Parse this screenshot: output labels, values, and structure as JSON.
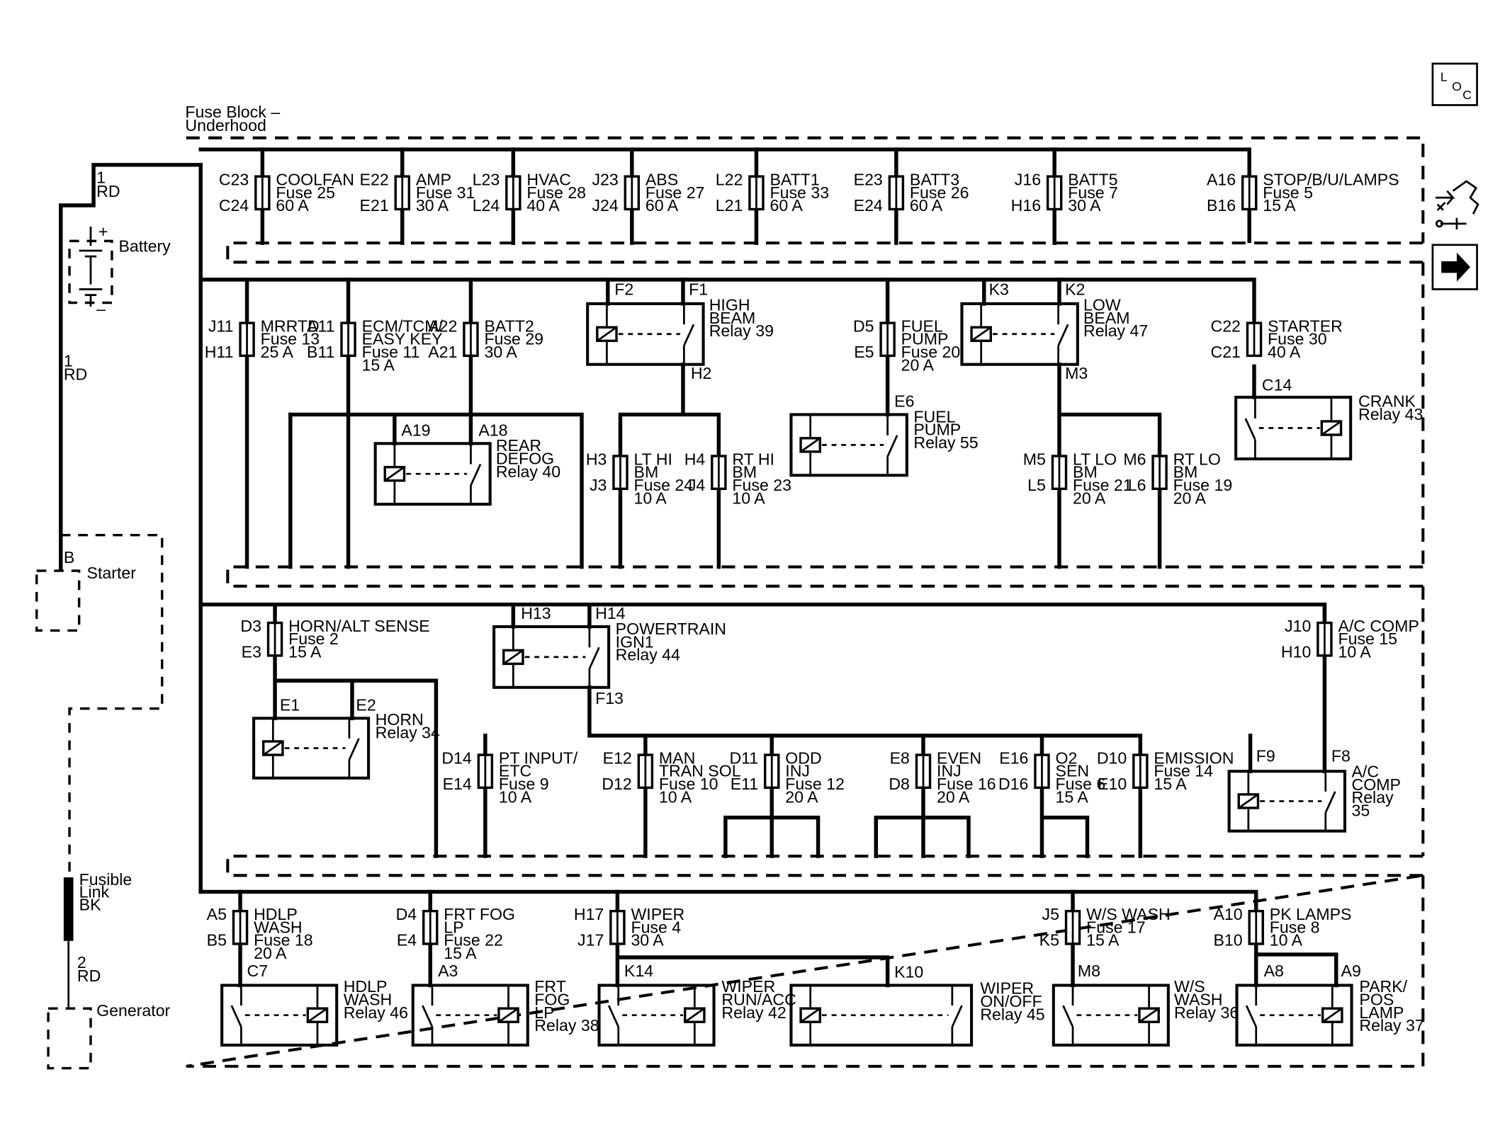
{
  "block": {
    "title1": "Fuse Block –",
    "title2": "Underhood"
  },
  "external": {
    "battery": "Battery",
    "battery_plus": "+",
    "battery_minus": "–",
    "starter": "Starter",
    "starter_pin": "B",
    "generator": "Generator",
    "fusible1": "Fusible",
    "fusible2": "Link",
    "fusible3": "BK",
    "wire1_num": "1",
    "wire1_color": "RD",
    "wire2_num": "1",
    "wire2_color": "RD",
    "wire3_num": "2",
    "wire3_color": "RD"
  },
  "icons": {
    "loc_l": "L",
    "loc_o": "O",
    "loc_c": "C",
    "arrow": "next-page-arrow"
  },
  "fuses": [
    {
      "id": "coolfan",
      "t": "C23",
      "b": "C24",
      "l1": "COOLFAN",
      "l2": "Fuse 25",
      "l3": "60 A"
    },
    {
      "id": "amp",
      "t": "E22",
      "b": "E21",
      "l1": "AMP",
      "l2": "Fuse 31",
      "l3": "30 A"
    },
    {
      "id": "hvac",
      "t": "L23",
      "b": "L24",
      "l1": "HVAC",
      "l2": "Fuse 28",
      "l3": "40 A"
    },
    {
      "id": "abs",
      "t": "J23",
      "b": "J24",
      "l1": "ABS",
      "l2": "Fuse 27",
      "l3": "60 A"
    },
    {
      "id": "batt1",
      "t": "L22",
      "b": "L21",
      "l1": "BATT1",
      "l2": "Fuse 33",
      "l3": "60 A"
    },
    {
      "id": "batt3",
      "t": "E23",
      "b": "E24",
      "l1": "BATT3",
      "l2": "Fuse 26",
      "l3": "60 A"
    },
    {
      "id": "batt5",
      "t": "J16",
      "b": "H16",
      "l1": "BATT5",
      "l2": "Fuse 7",
      "l3": "30 A"
    },
    {
      "id": "stop",
      "t": "A16",
      "b": "B16",
      "l1": "STOP/B/U/LAMPS",
      "l2": "Fuse 5",
      "l3": "15 A"
    },
    {
      "id": "mrrtd",
      "t": "J11",
      "b": "H11",
      "l1": "MRRTD",
      "l2": "Fuse 13",
      "l3": "25 A"
    },
    {
      "id": "ecm",
      "t": "A11",
      "b": "B11",
      "l1": "ECM/TCM/",
      "l2": "EASY KEY",
      "l3": "Fuse 11",
      "l4": "15 A"
    },
    {
      "id": "batt2",
      "t": "A22",
      "b": "A21",
      "l1": "BATT2",
      "l2": "Fuse 29",
      "l3": "30 A"
    },
    {
      "id": "fuelpump",
      "t": "D5",
      "b": "E5",
      "l1": "FUEL",
      "l2": "PUMP",
      "l3": "Fuse 20",
      "l4": "20 A"
    },
    {
      "id": "starter",
      "t": "C22",
      "b": "C21",
      "l1": "STARTER",
      "l2": "Fuse 30",
      "l3": "40 A"
    },
    {
      "id": "lthibm",
      "t": "H3",
      "b": "J3",
      "l1": "LT HI",
      "l2": "BM",
      "l3": "Fuse 24",
      "l4": "10 A"
    },
    {
      "id": "rthibm",
      "t": "H4",
      "b": "J4",
      "l1": "RT HI",
      "l2": "BM",
      "l3": "Fuse 23",
      "l4": "10 A"
    },
    {
      "id": "ltlobm",
      "t": "M5",
      "b": "L5",
      "l1": "LT LO",
      "l2": "BM",
      "l3": "Fuse 21",
      "l4": "20 A"
    },
    {
      "id": "rtlobm",
      "t": "M6",
      "b": "L6",
      "l1": "RT LO",
      "l2": "BM",
      "l3": "Fuse 19",
      "l4": "20 A"
    },
    {
      "id": "horn",
      "t": "D3",
      "b": "E3",
      "l1": "HORN/ALT SENSE",
      "l2": "Fuse 2",
      "l3": "15 A"
    },
    {
      "id": "accomp",
      "t": "J10",
      "b": "H10",
      "l1": "A/C COMP",
      "l2": "Fuse 15",
      "l3": "10 A"
    },
    {
      "id": "ptinput",
      "t": "D14",
      "b": "E14",
      "l1": "PT INPUT/",
      "l2": "ETC",
      "l3": "Fuse 9",
      "l4": "10 A"
    },
    {
      "id": "mantran",
      "t": "E12",
      "b": "D12",
      "l1": "MAN",
      "l2": "TRAN SOL",
      "l3": "Fuse 10",
      "l4": "10 A"
    },
    {
      "id": "oddinj",
      "t": "D11",
      "b": "E11",
      "l1": "ODD",
      "l2": "INJ",
      "l3": "Fuse 12",
      "l4": "20 A"
    },
    {
      "id": "eveninj",
      "t": "E8",
      "b": "D8",
      "l1": "EVEN",
      "l2": "INJ",
      "l3": "Fuse 16",
      "l4": "20 A"
    },
    {
      "id": "o2sen",
      "t": "E16",
      "b": "D16",
      "l1": "O2",
      "l2": "SEN",
      "l3": "Fuse 6",
      "l4": "15 A"
    },
    {
      "id": "emission",
      "t": "D10",
      "b": "E10",
      "l1": "EMISSION",
      "l2": "Fuse 14",
      "l3": "15 A"
    },
    {
      "id": "hdlpwash",
      "t": "A5",
      "b": "B5",
      "l1": "HDLP",
      "l2": "WASH",
      "l3": "Fuse 18",
      "l4": "20 A"
    },
    {
      "id": "frtfog",
      "t": "D4",
      "b": "E4",
      "l1": "FRT FOG",
      "l2": "LP",
      "l3": "Fuse 22",
      "l4": "15 A"
    },
    {
      "id": "wiper",
      "t": "H17",
      "b": "J17",
      "l1": "WIPER",
      "l2": "Fuse 4",
      "l3": "30 A"
    },
    {
      "id": "wswash",
      "t": "J5",
      "b": "K5",
      "l1": "W/S WASH",
      "l2": "Fuse 17",
      "l3": "15 A"
    },
    {
      "id": "pklamps",
      "t": "A10",
      "b": "B10",
      "l1": "PK LAMPS",
      "l2": "Fuse 8",
      "l3": "10 A"
    }
  ],
  "relays": [
    {
      "id": "highbeam",
      "p1": "F2",
      "p2": "F1",
      "p3": "H2",
      "l1": "HIGH",
      "l2": "BEAM",
      "l3": "Relay 39"
    },
    {
      "id": "lowbeam",
      "p1": "K3",
      "p2": "K2",
      "p3": "M3",
      "l1": "LOW",
      "l2": "BEAM",
      "l3": "Relay 47"
    },
    {
      "id": "reardefog",
      "p1": "A19",
      "p2": "A18",
      "l1": "REAR",
      "l2": "DEFOG",
      "l3": "Relay 40"
    },
    {
      "id": "fuelpumprelay",
      "p1": "E6",
      "l1": "FUEL",
      "l2": "PUMP",
      "l3": "Relay 55"
    },
    {
      "id": "crank",
      "p1": "C14",
      "l1": "CRANK",
      "l2": "Relay 43"
    },
    {
      "id": "powertrain",
      "p1": "H13",
      "p2": "H14",
      "p3": "F13",
      "l1": "POWERTRAIN",
      "l2": "IGN1",
      "l3": "Relay 44"
    },
    {
      "id": "hornrelay",
      "p1": "E1",
      "p2": "E2",
      "l1": "HORN",
      "l2": "Relay 34"
    },
    {
      "id": "accomprelay",
      "p1": "F9",
      "p2": "F8",
      "l1": "A/C",
      "l2": "COMP",
      "l3": "Relay",
      "l4": "35"
    },
    {
      "id": "hdlpwashrelay",
      "p1": "C7",
      "l1": "HDLP",
      "l2": "WASH",
      "l3": "Relay 46"
    },
    {
      "id": "frtfogrelay",
      "p1": "A3",
      "l1": "FRT",
      "l2": "FOG",
      "l3": "LP",
      "l4": "Relay 38"
    },
    {
      "id": "wiperrun",
      "p1": "K14",
      "l1": "WIPER",
      "l2": "RUN/ACC",
      "l3": "Relay 42"
    },
    {
      "id": "wiperonoff",
      "p1": "K10",
      "l1": "WIPER",
      "l2": "ON/OFF",
      "l3": "Relay 45"
    },
    {
      "id": "wswashrelay",
      "p1": "M8",
      "l1": "W/S",
      "l2": "WASH",
      "l3": "Relay 36"
    },
    {
      "id": "parkpos",
      "p1": "A8",
      "p2": "A9",
      "l1": "PARK/",
      "l2": "POS",
      "l3": "LAMP",
      "l4": "Relay 37"
    }
  ]
}
